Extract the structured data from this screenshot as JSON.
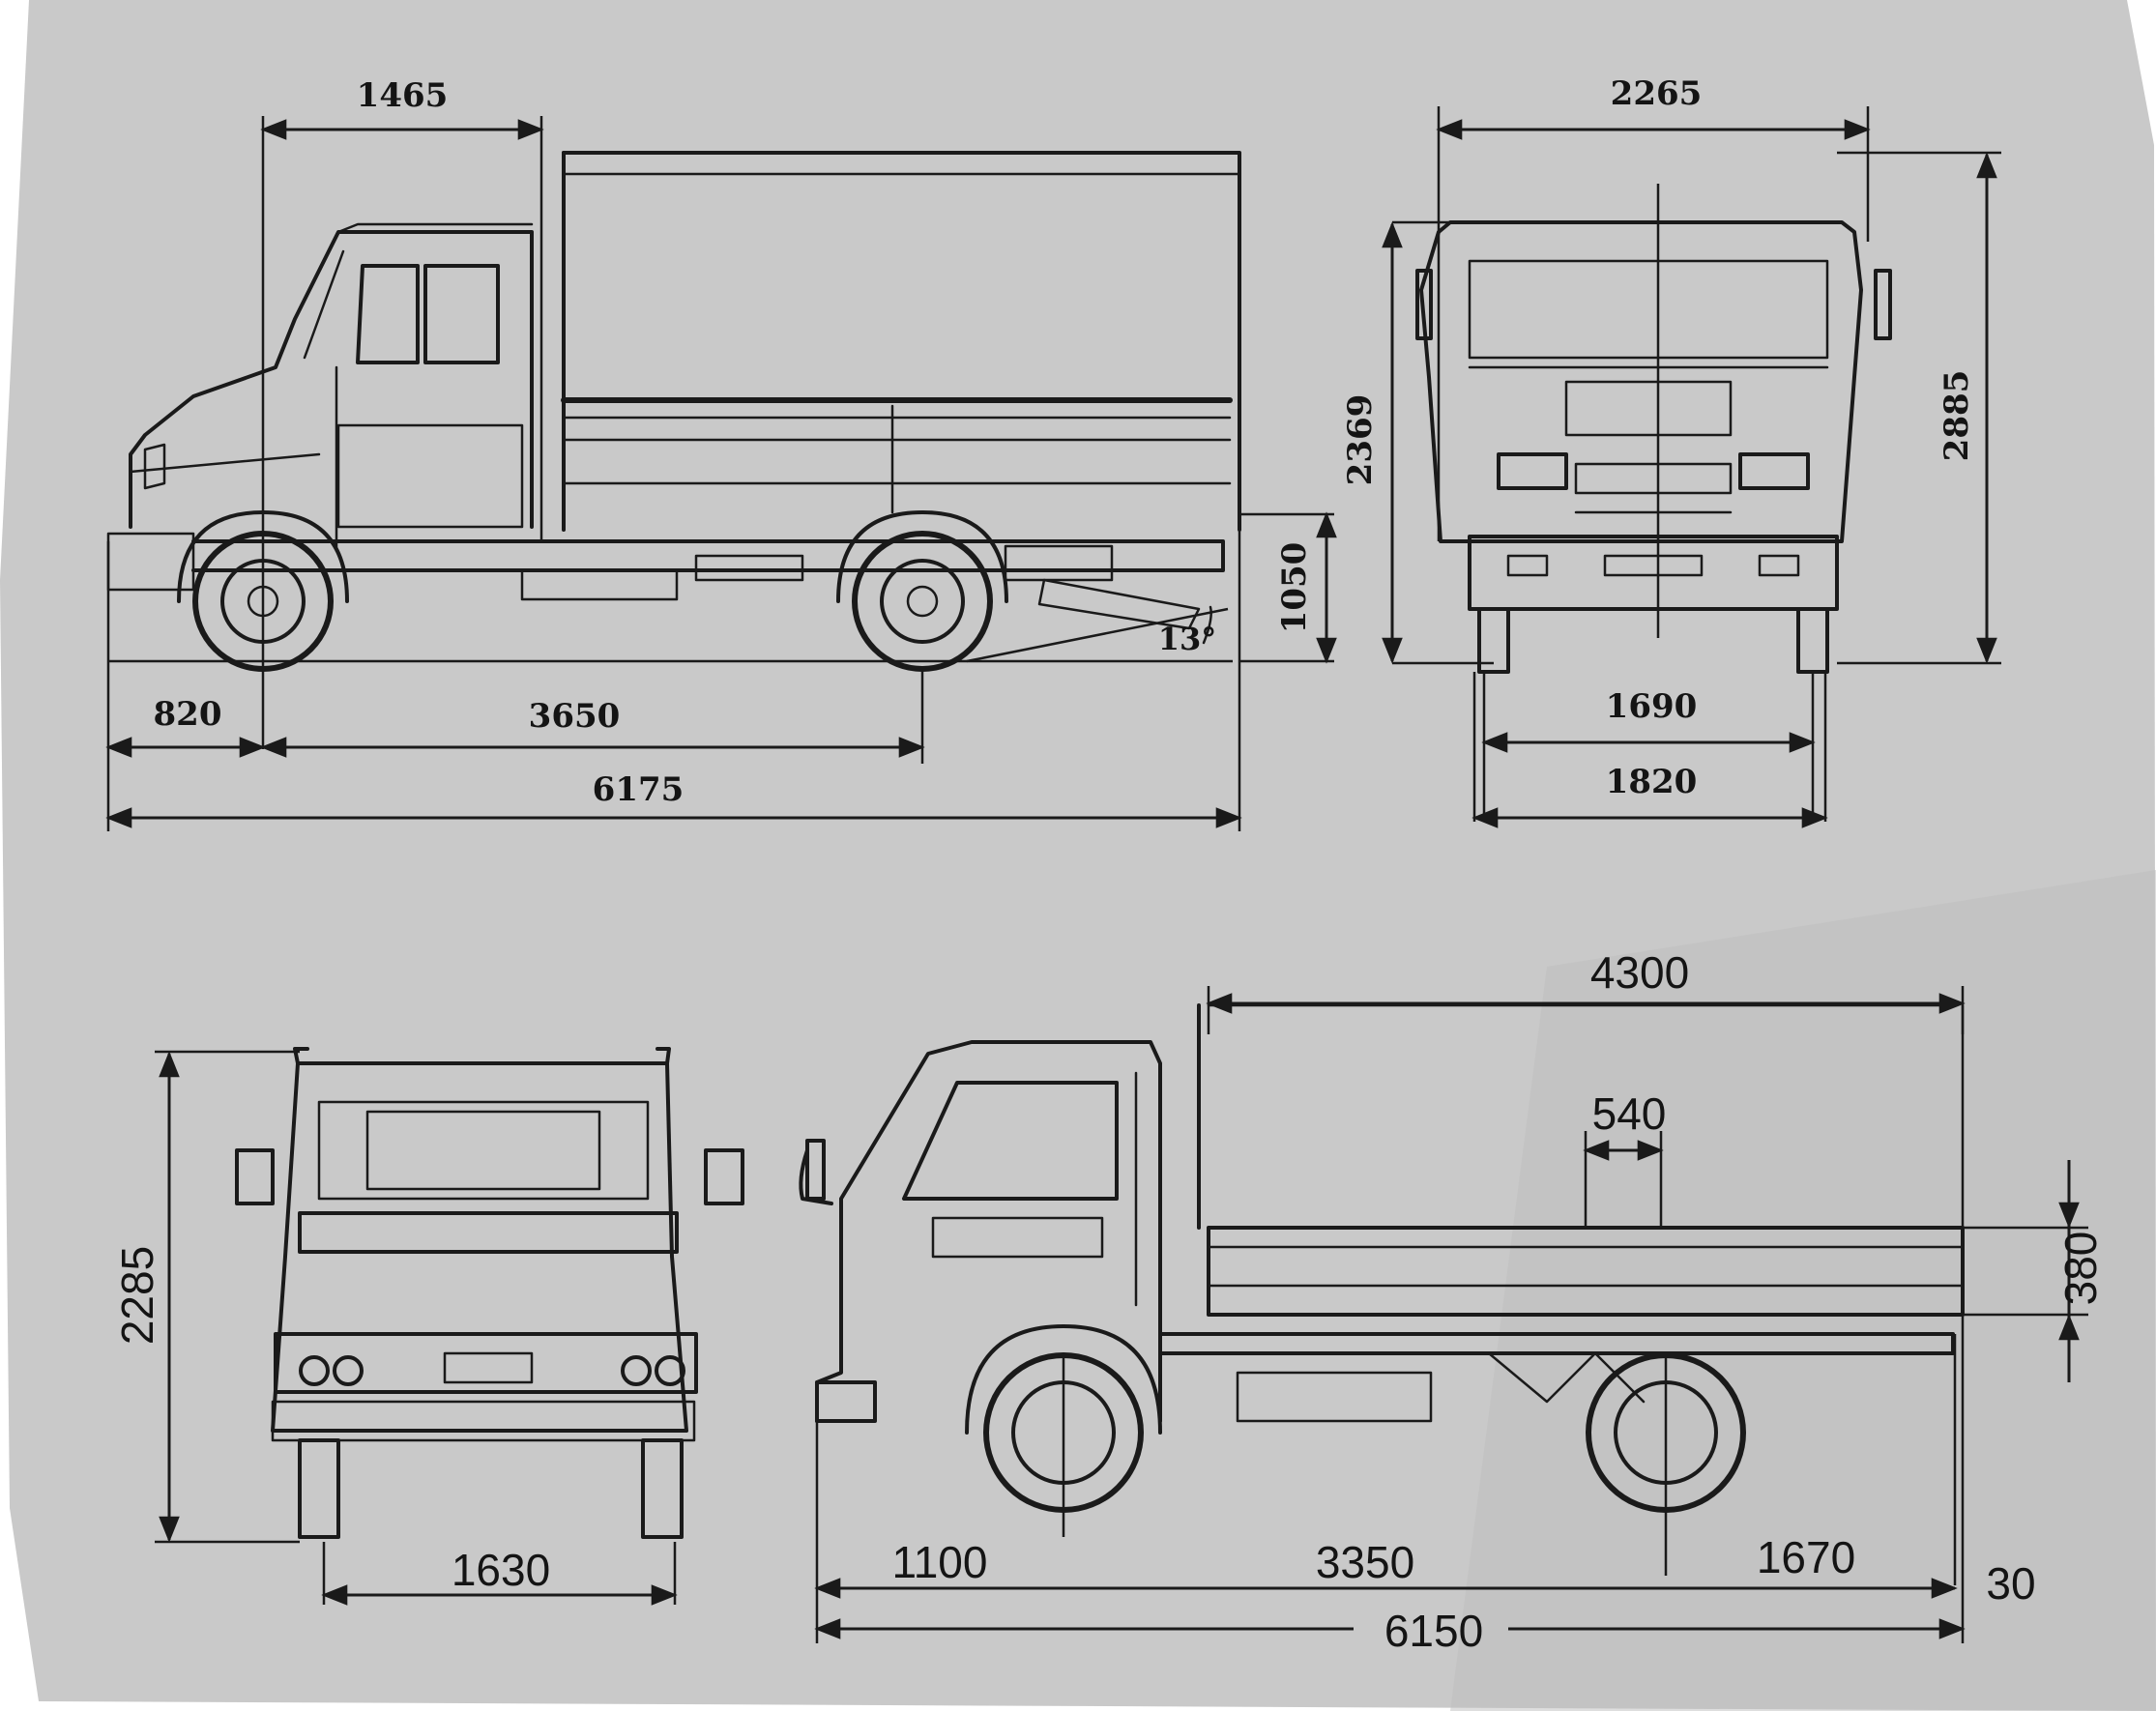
{
  "views": {
    "side_top": {
      "dims": {
        "cab_width": "1465",
        "front_overhang": "820",
        "wheelbase": "3650",
        "overall_length": "6175",
        "platform_height": "1050",
        "angle": "13°"
      }
    },
    "front_top": {
      "dims": {
        "overall_width": "2265",
        "cab_height": "2369",
        "overall_height": "2885",
        "track_rear": "1690",
        "track_front": "1820"
      }
    },
    "front_bottom": {
      "dims": {
        "height": "2285",
        "track": "1630"
      }
    },
    "side_bottom": {
      "dims": {
        "body_length": "4300",
        "bed_offset": "540",
        "side_height": "380",
        "front_overhang": "1100",
        "wheelbase": "3350",
        "rear_overhang": "1670",
        "gap": "30",
        "overall_length": "6150"
      }
    }
  },
  "colors": {
    "paper": "#c9c9c9",
    "ink": "#1a1a1a",
    "background": "#ffffff"
  }
}
